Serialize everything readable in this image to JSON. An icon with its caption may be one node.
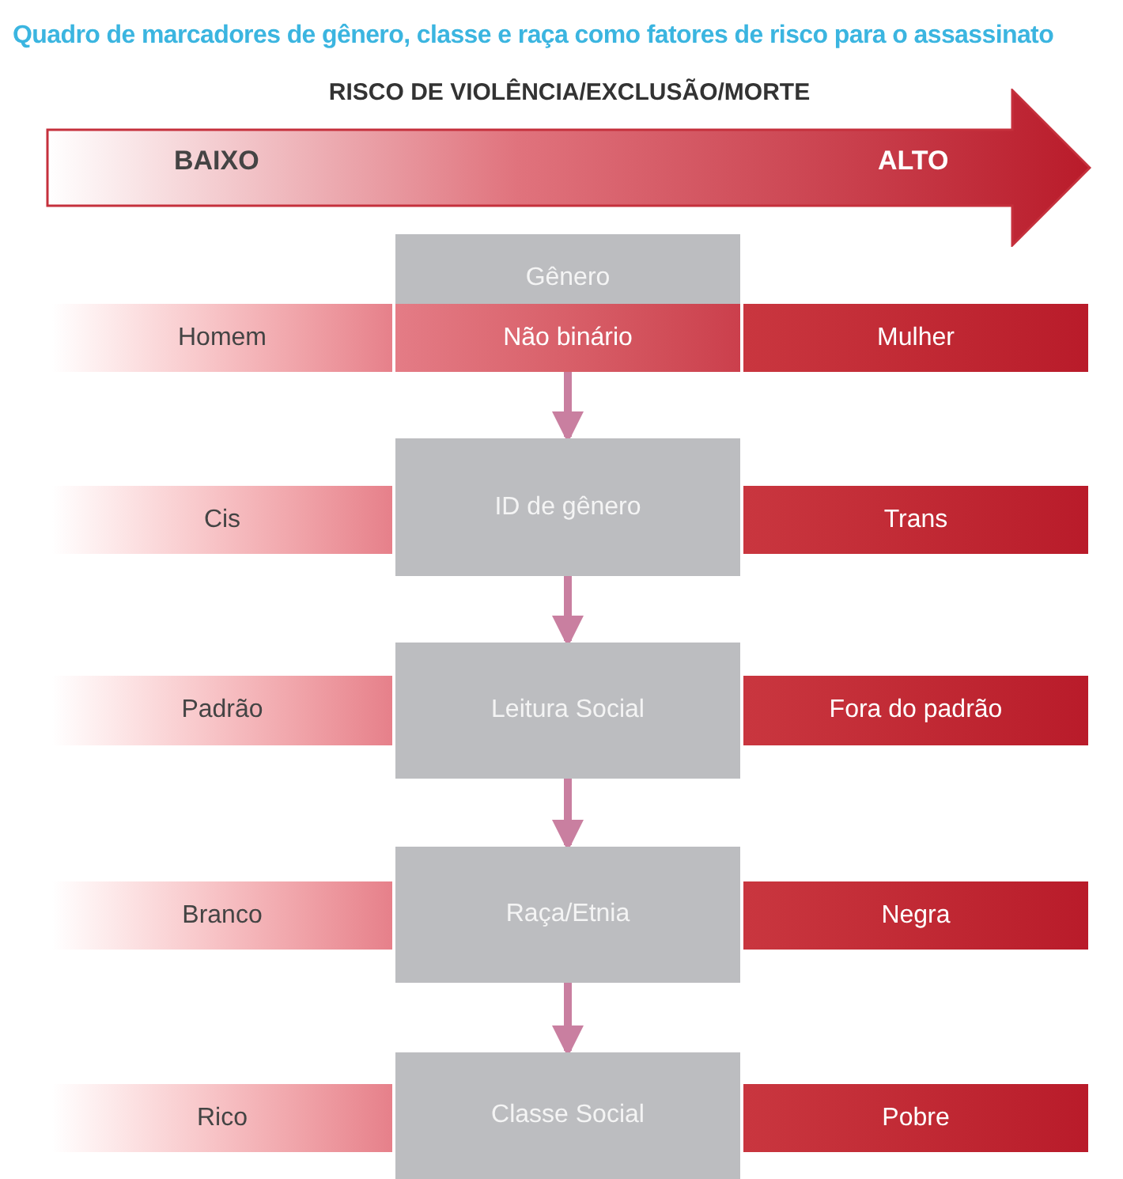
{
  "diagram": {
    "title": "Quadro de marcadores de gênero, classe e raça como fatores de risco para o assassinato",
    "nodes": [
      {
        "text": [
          "BAIXO",
          "ALTO"
        ]
      },
      {
        "text": [
          "Homem"
        ]
      },
      {
        "text": [
          "Gênero"
        ]
      },
      {
        "text": [
          "Não binário"
        ],
        "in": 2
      },
      {
        "text": [
          "Mulher"
        ]
      },
      {
        "text": [
          "Cis"
        ]
      },
      {
        "text": [
          "ID de gênero"
        ]
      },
      {
        "text": [
          "Trans"
        ]
      },
      {
        "text": [
          "Padrão"
        ]
      },
      {
        "text": [
          "Leitura Social"
        ]
      },
      {
        "text": [
          "Fora do padrão"
        ]
      },
      {
        "text": [
          "Branco"
        ]
      },
      {
        "text": [
          "Raça/Etnia"
        ]
      },
      {
        "text": [
          "Negra"
        ]
      },
      {
        "text": [
          "Rico"
        ]
      },
      {
        "text": [
          "Classe Social"
        ]
      },
      {
        "text": [
          "Pobre"
        ]
      }
    ],
    "edges": [
      {
        "from": 2,
        "to": 6,
        "arrow": "to"
      },
      {
        "from": 6,
        "to": 9,
        "arrow": "to"
      },
      {
        "from": 9,
        "to": 12,
        "arrow": "to"
      },
      {
        "from": 12,
        "to": 15,
        "arrow": "to"
      }
    ],
    "labels": [
      "RISCO DE VIOLÊNCIA/EXCLUSÃO/MORTE"
    ]
  }
}
